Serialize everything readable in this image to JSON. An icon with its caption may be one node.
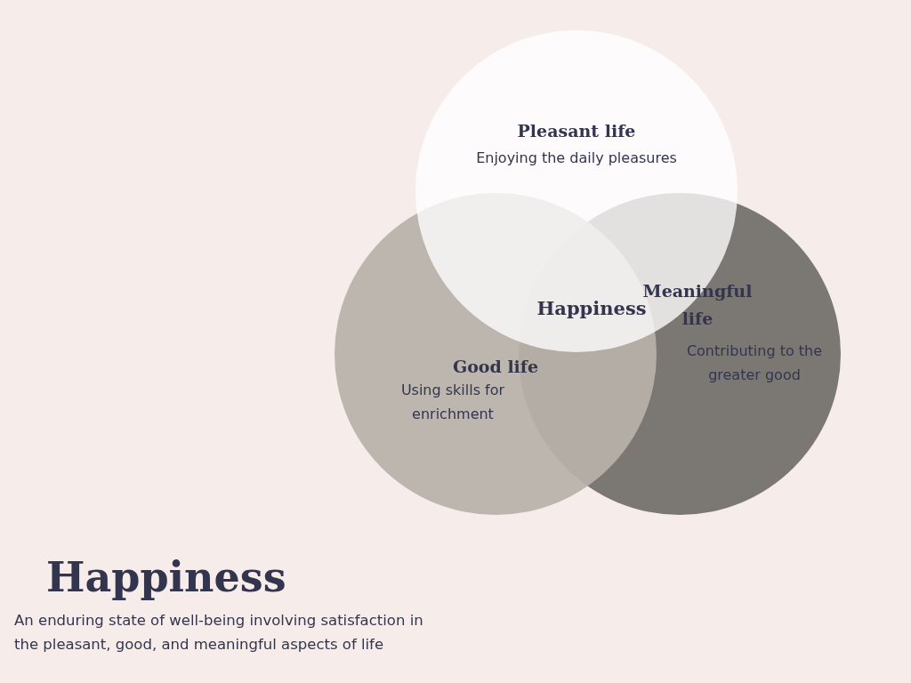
{
  "diagram": {
    "title": "Happiness",
    "caption": "An enduring state of well-being involving satisfaction in the pleasant, good, and meaningful aspects of life",
    "nodes": [
      {
        "text": [
          "Pleasant life",
          "Enjoying the daily pleasures"
        ]
      },
      {
        "text": [
          "Good life",
          "Using skills for enrichment"
        ]
      },
      {
        "text": [
          "Meaningful life",
          "Contributing to the greater good"
        ]
      }
    ],
    "edges": [],
    "labels": [
      "Happiness"
    ]
  }
}
